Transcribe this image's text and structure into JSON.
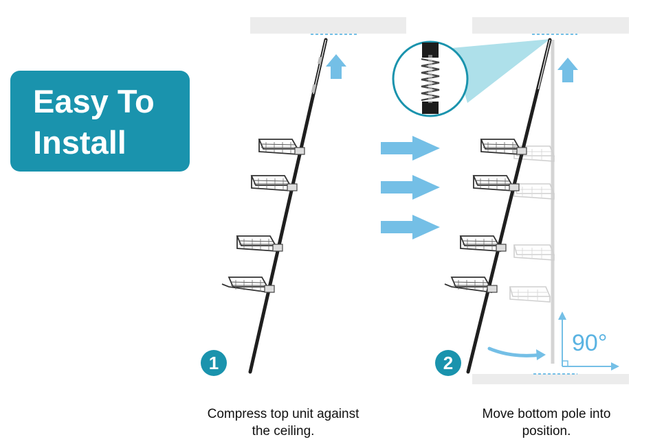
{
  "badge": {
    "line1": "Easy To",
    "line2": "Install"
  },
  "steps": [
    {
      "number": "1",
      "caption_line1": "Compress top unit against",
      "caption_line2": "the ceiling."
    },
    {
      "number": "2",
      "caption_line1": "Move bottom pole into",
      "caption_line2": "position."
    }
  ],
  "angle_label": "90°",
  "colors": {
    "teal": "#1a93ad",
    "light_blue": "#74bfe6",
    "pole": "#1f1f1f",
    "ghost": "#cfcfcf",
    "ceiling": "#ececec"
  }
}
